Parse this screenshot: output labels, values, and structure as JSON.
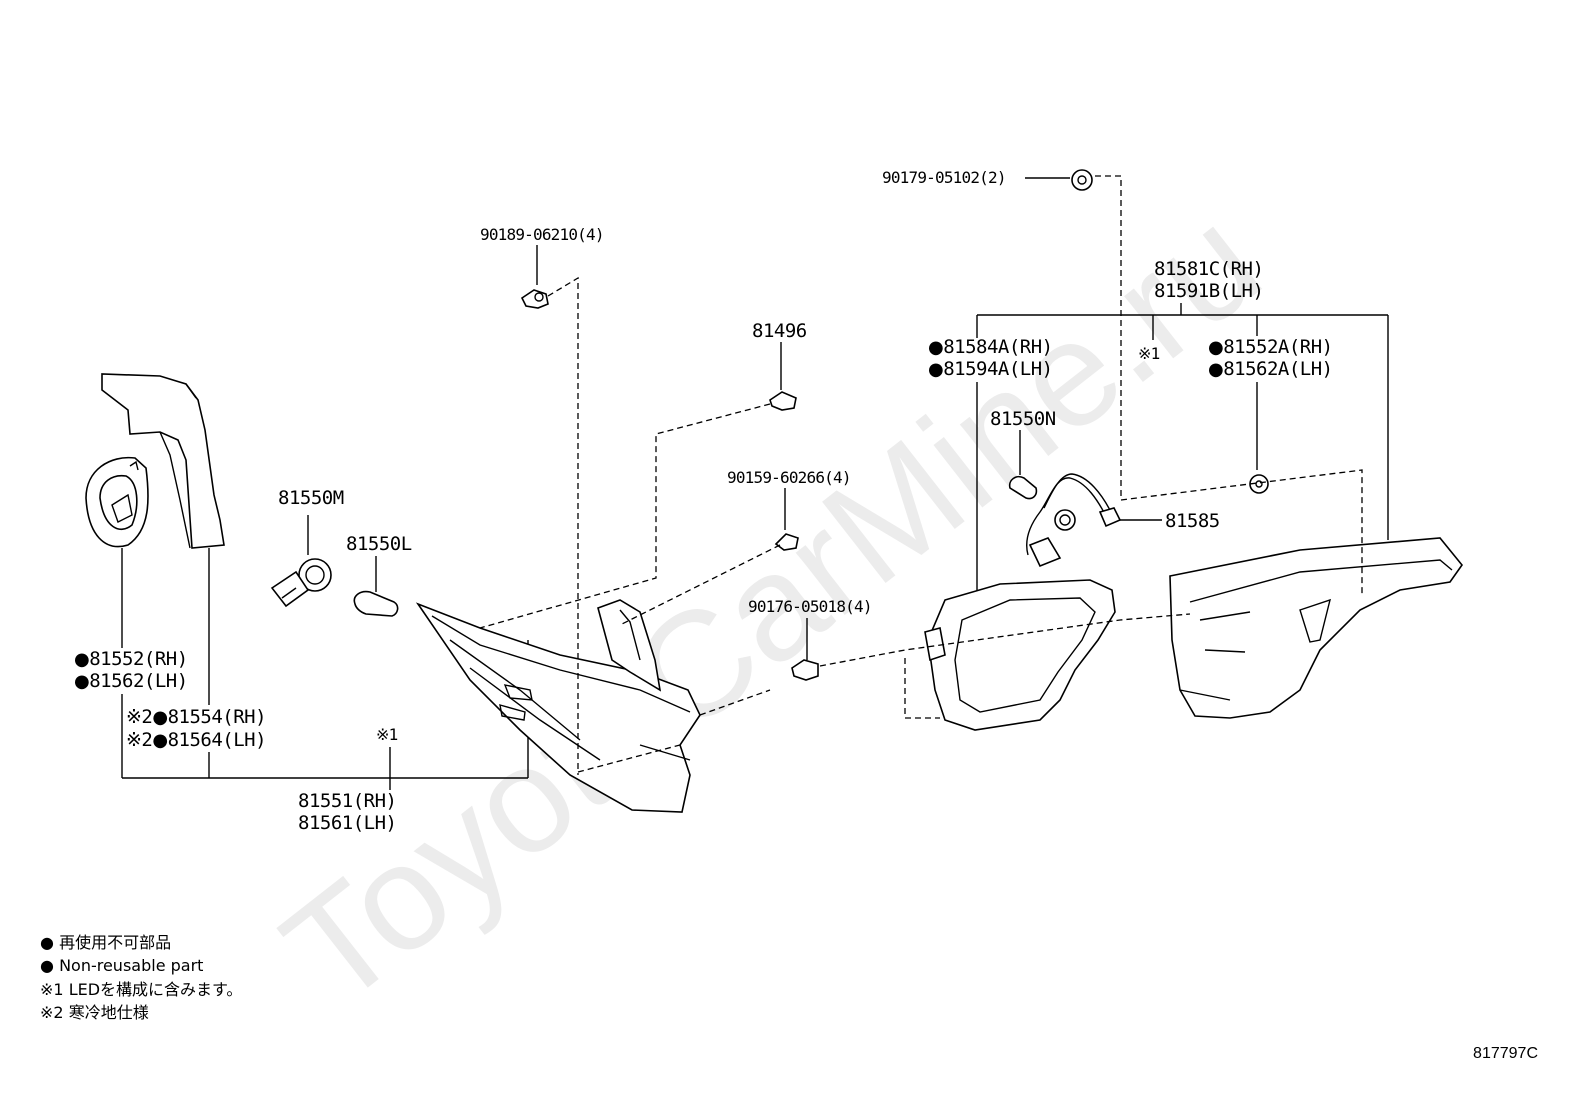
{
  "watermark": "ToyotaCarMine.ru",
  "diagram_code": "817797C",
  "mark_symbol": "●",
  "note1_mark": "※1",
  "note2_mark": "※2",
  "parts": {
    "p90179": "90179-05102(2)",
    "p90189": "90189-06210(4)",
    "p81496": "81496",
    "p90159": "90159-60266(4)",
    "p90176": "90176-05018(4)",
    "p81581c": "81581C(RH)",
    "p81591b": "81591B(LH)",
    "p81584a": "81584A(RH)",
    "p81594a": "81594A(LH)",
    "p81552a": "81552A(RH)",
    "p81562a": "81562A(LH)",
    "p81550n": "81550N",
    "p81585": "81585",
    "p81550m": "81550M",
    "p81550l": "81550L",
    "p81552": "81552(RH)",
    "p81562": "81562(LH)",
    "p81554": "81554(RH)",
    "p81564": "81564(LH)",
    "p81551": "81551(RH)",
    "p81561": "81561(LH)"
  },
  "legend": {
    "nonreusable_jp": "再使用不可部品",
    "nonreusable_en": "Non-reusable part",
    "note1": "LEDを構成に含みます。",
    "note2": "寒冷地仕様"
  }
}
